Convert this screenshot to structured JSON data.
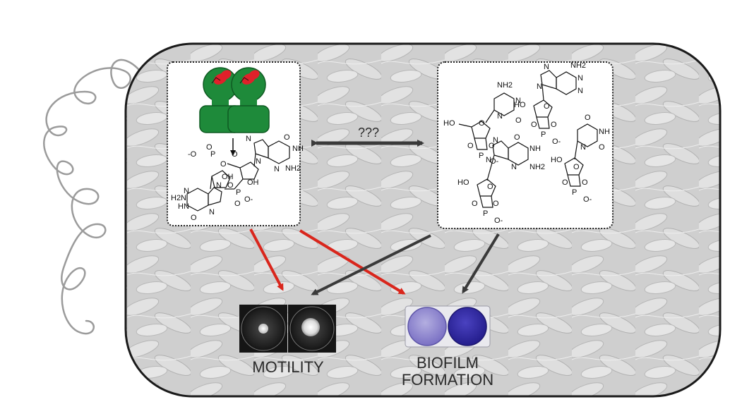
{
  "question_label": "???",
  "motility_label": "MOTILITY",
  "biofilm_label_line1": "BIOFILM",
  "biofilm_label_line2": "FORMATION",
  "chem": {
    "cdg_atoms": [
      "O",
      "NH",
      "N",
      "NH2",
      "N",
      "N",
      "O",
      "-O",
      "P",
      "O",
      "O",
      "OH",
      "H2N",
      "N",
      "HN",
      "N",
      "N",
      "OH",
      "O",
      "O",
      "P",
      "O-",
      "O"
    ],
    "cyto_atoms": [
      "NH2",
      "N",
      "N",
      "O",
      "HO",
      "O",
      "O",
      "O",
      "P",
      "O-"
    ],
    "aden_atoms": [
      "NH2",
      "N",
      "N",
      "N",
      "N",
      "HO",
      "O",
      "O",
      "O",
      "P",
      "O-"
    ],
    "uri_atoms": [
      "O",
      "NH",
      "N",
      "O",
      "HO",
      "O",
      "O",
      "O",
      "P",
      "O-"
    ],
    "guan_atoms": [
      "O",
      "N",
      "NH",
      "N",
      "N",
      "NH2",
      "HO",
      "O",
      "O",
      "O",
      "P",
      "O-"
    ]
  },
  "colors": {
    "protein": "#1e8a3a",
    "protein_dark": "#0f5a22",
    "ligand": "#e0202a",
    "red_arrow": "#d9261c",
    "dark_arrow": "#3a3a3a",
    "well_purple_light": "#8f86cf",
    "well_purple_dark": "#3b32a8"
  }
}
